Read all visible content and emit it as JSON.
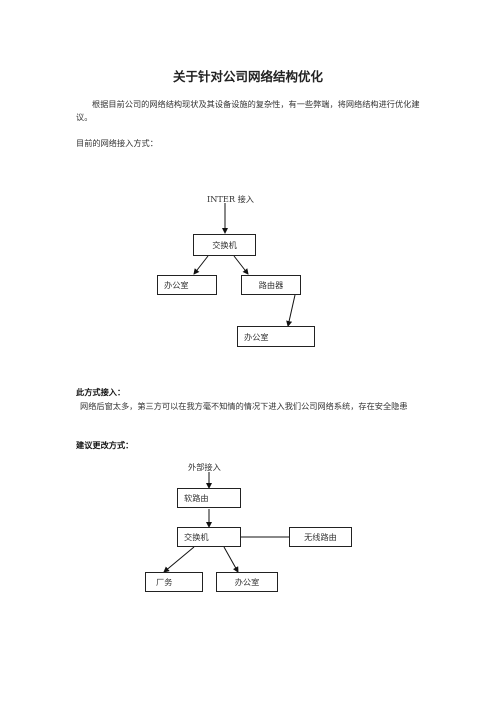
{
  "title": "关于针对公司网络结构优化",
  "intro": "根据目前公司的网络结构现状及其设备设施的复杂性，有一些弊端，将网络结构进行优化建议。",
  "current_label": "目前的网络接入方式：",
  "diagram1": {
    "top_label": "INTER 接入",
    "switch": "交换机",
    "office_left": "办公室",
    "router": "路由器",
    "office_bottom": "办公室"
  },
  "issue_heading": "此方式接入：",
  "issue_text": "网络后窗太多，第三方可以在我方毫不知情的情况下进入我们公司网络系统，存在安全隐患",
  "suggest_heading": "建议更改方式：",
  "diagram2": {
    "top_label": "外部接入",
    "soft_router": "软路由",
    "switch": "交换机",
    "wireless_router": "无线路由",
    "factory": "厂务",
    "office": "办公室"
  }
}
